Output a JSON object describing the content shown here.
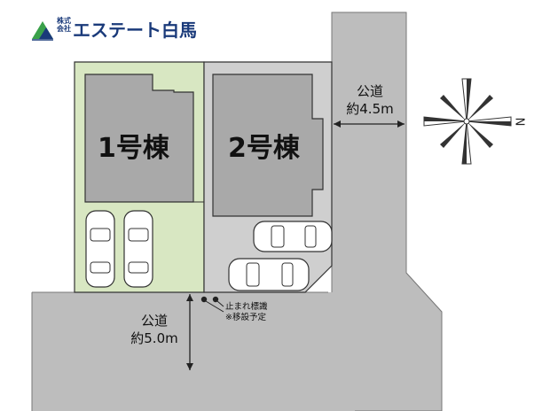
{
  "logo": {
    "company_prefix_line1": "株式",
    "company_prefix_line2": "会社",
    "company_name": "エステート白馬"
  },
  "lots": [
    {
      "label": "1号棟",
      "fill_color": "#d8e7c2"
    },
    {
      "label": "2号棟",
      "fill_color": "#cfcfcf"
    }
  ],
  "roads": {
    "east": {
      "title": "公道",
      "width": "約4.5m"
    },
    "south": {
      "title": "公道",
      "width": "約5.0m"
    }
  },
  "sign_note": {
    "line1": "止まれ標識",
    "line2": "※移設予定"
  },
  "compass": {
    "north_letter": "N"
  },
  "colors": {
    "road": "#bdbdbd",
    "building": "#a9a9a9",
    "lot1_green": "#d8e7c2",
    "lot2_gray": "#cfcfcf",
    "logo_blue": "#1a3a7a",
    "logo_green": "#3aa14a"
  }
}
